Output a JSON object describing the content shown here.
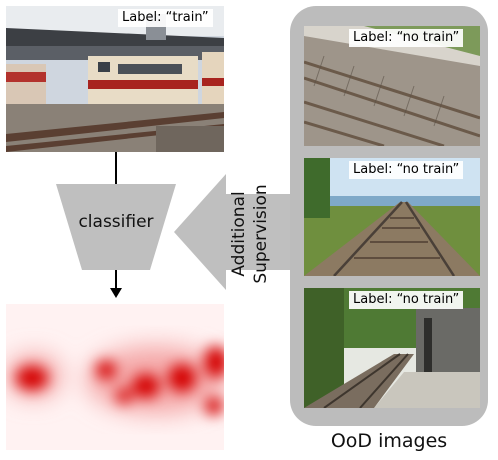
{
  "train_image": {
    "label": "Label: “train”"
  },
  "classifier": {
    "label": "classifier"
  },
  "supervision": {
    "line1": "Additional",
    "line2": "Supervision"
  },
  "ood": {
    "title": "OoD images",
    "images": [
      {
        "label": "Label: “no train”"
      },
      {
        "label": "Label: “no train”"
      },
      {
        "label": "Label: “no train”"
      }
    ]
  },
  "colors": {
    "panel": "#bcbcbc",
    "arrow": "#bfbfbf",
    "heat": "#d40000"
  },
  "icons": {
    "arrow_down": "arrow-down-icon",
    "arrow_left": "arrow-left-icon"
  }
}
